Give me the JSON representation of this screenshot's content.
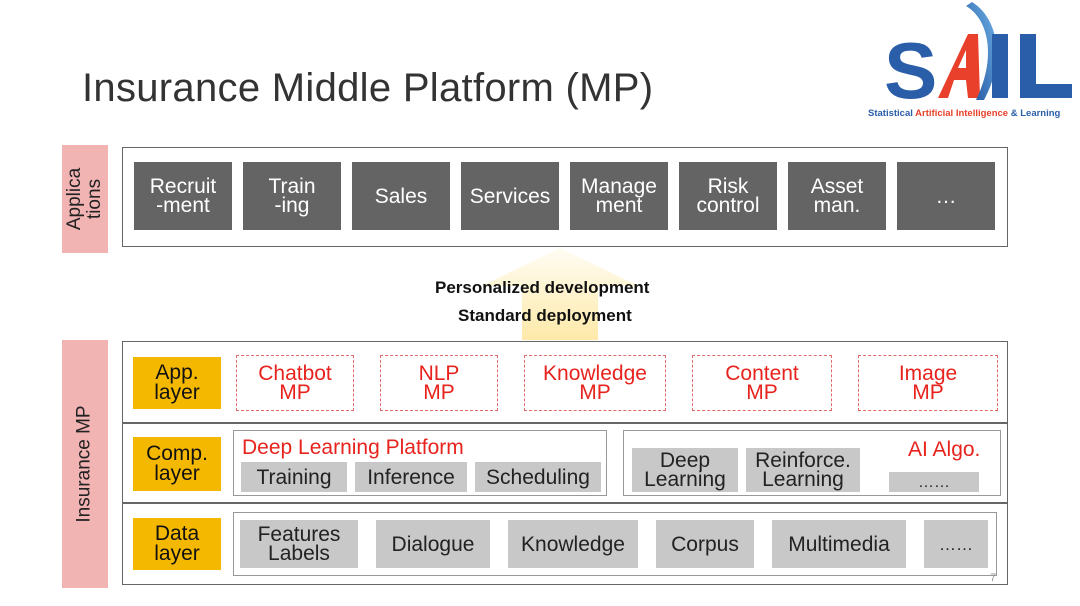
{
  "title": "Insurance Middle Platform (MP)",
  "logo": {
    "letters": "SAIL",
    "tagline_part1": "Statistical ",
    "tagline_part2": "Artificial Intelligence",
    "tagline_part3": " & Learning",
    "colors": {
      "blue": "#2a5ea8",
      "red": "#e8402a"
    }
  },
  "applications": {
    "side_label": "Applica\ntions",
    "items": [
      "Recruit\n-ment",
      "Train\n-ing",
      "Sales",
      "Services",
      "Manage\nment",
      "Risk\ncontrol",
      "Asset\nman.",
      "…"
    ]
  },
  "arrow": {
    "line1": "Personalized development",
    "line2": "Standard deployment"
  },
  "mp": {
    "side_label": "Insurance MP",
    "app_layer": {
      "label": "App.\nlayer",
      "items": [
        "Chatbot\nMP",
        "NLP\nMP",
        "Knowledge\nMP",
        "Content\nMP",
        "Image\nMP"
      ]
    },
    "comp_layer": {
      "label": "Comp.\nlayer",
      "dl_platform": {
        "title": "Deep Learning Platform",
        "items": [
          "Training",
          "Inference",
          "Scheduling"
        ]
      },
      "ai_algo": {
        "title": "AI Algo.",
        "items": [
          "Deep\nLearning",
          "Reinforce.\nLearning",
          "……"
        ]
      }
    },
    "data_layer": {
      "label": "Data\nlayer",
      "items": [
        "Features\nLabels",
        "Dialogue",
        "Knowledge",
        "Corpus",
        "Multimedia",
        "……"
      ]
    }
  },
  "page_number": "7",
  "colors": {
    "pink": "#f2b3b3",
    "dark_gray": "#646464",
    "light_gray": "#c8c8c8",
    "yellow": "#f5b800",
    "red": "#e8231d"
  }
}
